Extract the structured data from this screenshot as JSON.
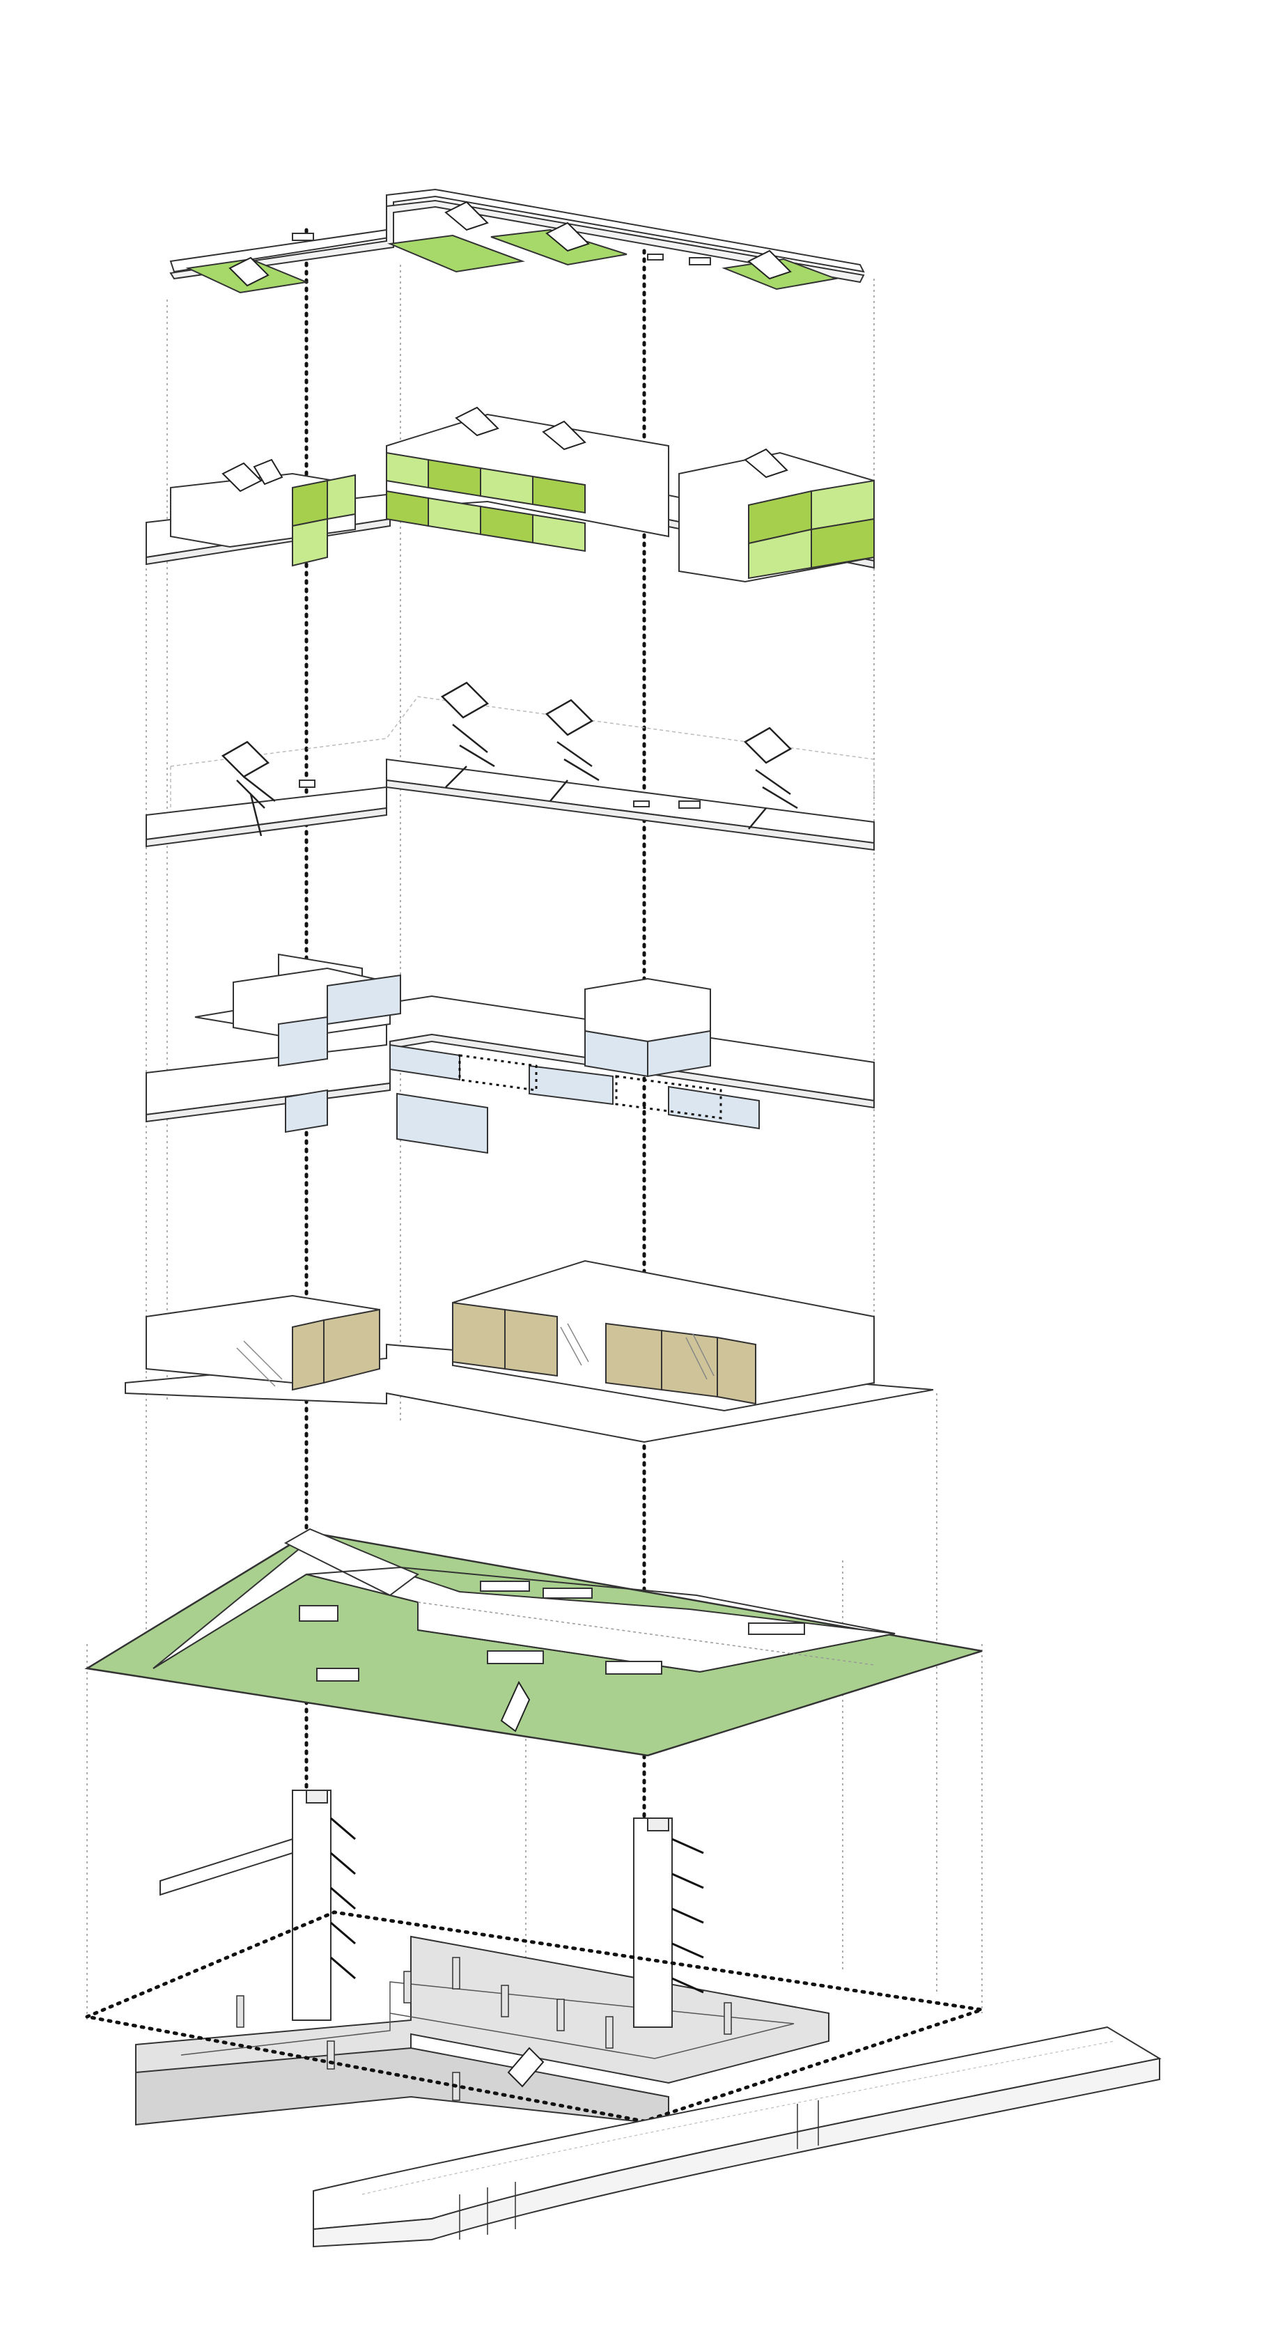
{
  "diagram": {
    "kind": "exploded axonometric building diagram",
    "layers": [
      {
        "id": "roof",
        "fill": "#a6d86a"
      },
      {
        "id": "upper-floor",
        "fill": "#c8ea8e",
        "fill_dark": "#a6cf4e"
      },
      {
        "id": "stair-pods",
        "fill": "none"
      },
      {
        "id": "blue-floor",
        "fill": "#dce6f0"
      },
      {
        "id": "tan-floor",
        "fill": "#cfc39a"
      },
      {
        "id": "garden-plate",
        "fill": "#a9d08e"
      },
      {
        "id": "basement",
        "fill": "#e3e3e3"
      },
      {
        "id": "ramp",
        "fill": "none"
      }
    ],
    "colors": {
      "line": "#333333",
      "guide": "#9a9a9a",
      "core": "#111111"
    }
  }
}
